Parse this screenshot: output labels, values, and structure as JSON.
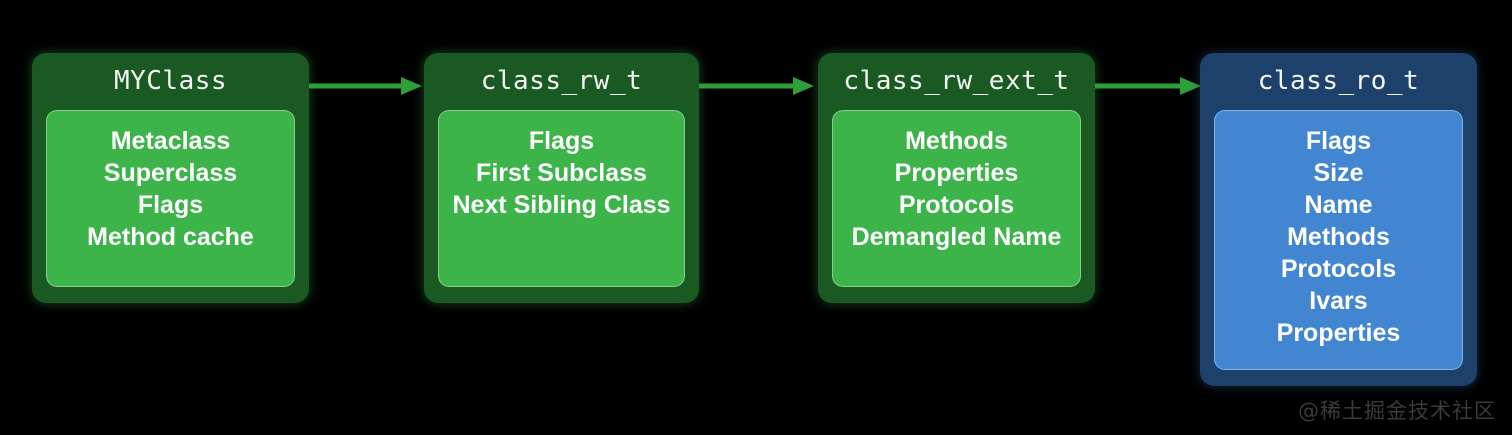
{
  "diagram": {
    "background_color": "#000000",
    "accent_green": "#3cb44a",
    "accent_green_dark": "#1a5a22",
    "accent_blue": "#4285d0",
    "accent_blue_dark": "#1d416b",
    "arrow_color": "#2e9e3a",
    "nodes": [
      {
        "title": "MYClass",
        "color": "green",
        "rows": [
          "Metaclass",
          "Superclass",
          "Flags",
          "Method cache"
        ]
      },
      {
        "title": "class_rw_t",
        "color": "green",
        "rows": [
          "Flags",
          "First Subclass",
          "Next Sibling Class"
        ]
      },
      {
        "title": "class_rw_ext_t",
        "color": "green",
        "rows": [
          "Methods",
          "Properties",
          "Protocols",
          "Demangled Name"
        ]
      },
      {
        "title": "class_ro_t",
        "color": "blue",
        "rows": [
          "Flags",
          "Size",
          "Name",
          "Methods",
          "Protocols",
          "Ivars",
          "Properties"
        ]
      }
    ],
    "arrows": [
      {
        "name": "arrow-myclass-to-class-rw-t"
      },
      {
        "name": "arrow-class-rw-t-to-class-rw-ext-t"
      },
      {
        "name": "arrow-class-rw-ext-t-to-class-ro-t"
      }
    ],
    "watermark": "@稀土掘金技术社区"
  }
}
